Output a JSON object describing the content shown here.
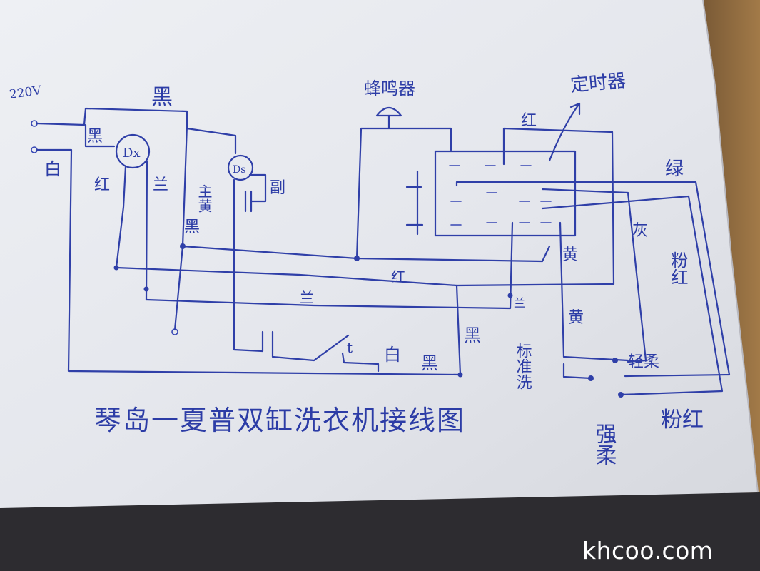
{
  "diagram": {
    "title": "琴岛一夏普双缸洗衣机接线图",
    "labels": {
      "supply": "220V",
      "black_top": "黑",
      "black_left": "黑",
      "white_left": "白",
      "dx": "Dx",
      "ds": "Ds",
      "red_left": "红",
      "blue_left": "兰",
      "main_yellow": "主黄",
      "sub_winding": "副",
      "black_mid": "黑",
      "buzzer": "蜂鸣器",
      "timer": "定时器",
      "red_top": "红",
      "green": "绿",
      "grey": "灰",
      "yellow_1": "黄",
      "yellow_2": "黄",
      "pink_red": "粉红",
      "red_bus": "红",
      "blue_bus": "兰",
      "blue_small": "兰",
      "black_low": "黑",
      "lid_switch": "t",
      "white_bottom": "白",
      "black_bottom": "黑",
      "standard_wash": "标准洗",
      "gentle": "轻柔",
      "strong_gentle": "强柔",
      "pink_red_bottom": "粉红"
    }
  },
  "watermark": "khcoo.com"
}
